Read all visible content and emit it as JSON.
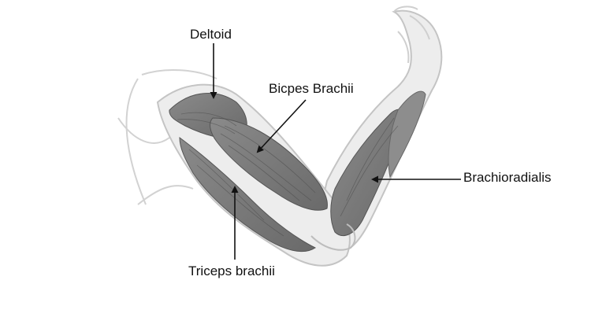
{
  "diagram": {
    "labels": {
      "deltoid": "Deltoid",
      "biceps": "Bicpes Brachii",
      "brachioradialis": "Brachioradialis",
      "triceps": "Triceps brachii"
    },
    "colors": {
      "muscle": "#7d7d7d",
      "muscle_dark": "#5e5e5e",
      "outline": "#c8c8c8",
      "skin": "#ececec",
      "arrow": "#111111",
      "background": "#ffffff"
    }
  }
}
